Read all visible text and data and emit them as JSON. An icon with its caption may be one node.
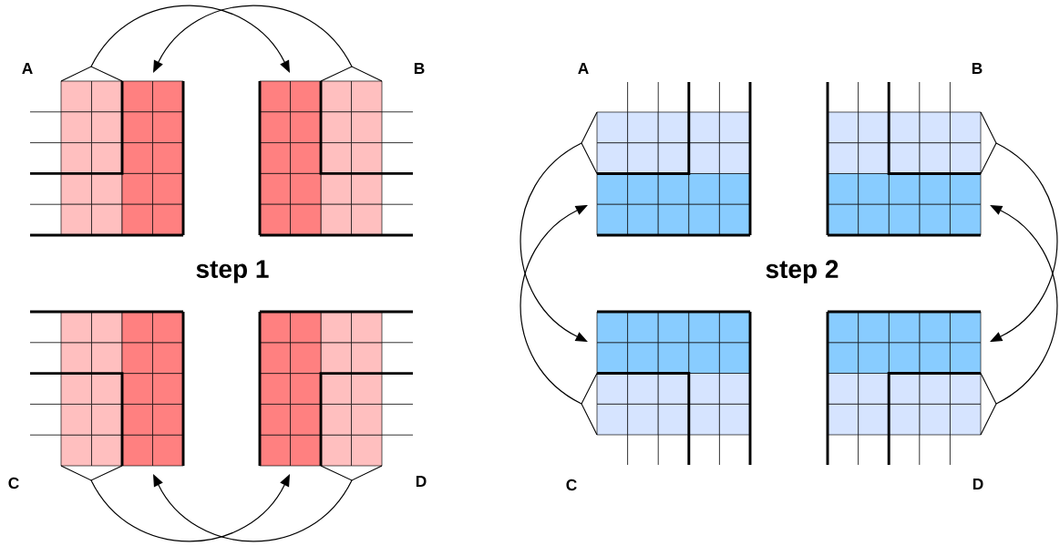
{
  "diagram": {
    "nodes": [
      {
        "text": [
          "A"
        ]
      },
      {
        "text": [
          "B"
        ]
      },
      {
        "text": [
          "C"
        ]
      },
      {
        "text": [
          "D"
        ]
      },
      {
        "text": [
          "A"
        ]
      },
      {
        "text": [
          "B"
        ]
      },
      {
        "text": [
          "C"
        ]
      },
      {
        "text": [
          "D"
        ]
      }
    ],
    "edges": [
      {
        "from": 0,
        "to": 1,
        "arrow": "to"
      },
      {
        "from": 1,
        "to": 0,
        "arrow": "to"
      },
      {
        "from": 2,
        "to": 3,
        "arrow": "to"
      },
      {
        "from": 3,
        "to": 2,
        "arrow": "to"
      },
      {
        "from": 4,
        "to": 6,
        "arrow": "to"
      },
      {
        "from": 6,
        "to": 4,
        "arrow": "to"
      },
      {
        "from": 5,
        "to": 7,
        "arrow": "to"
      },
      {
        "from": 7,
        "to": 5,
        "arrow": "to"
      }
    ],
    "labels": [
      "step 1",
      "step 2"
    ]
  }
}
